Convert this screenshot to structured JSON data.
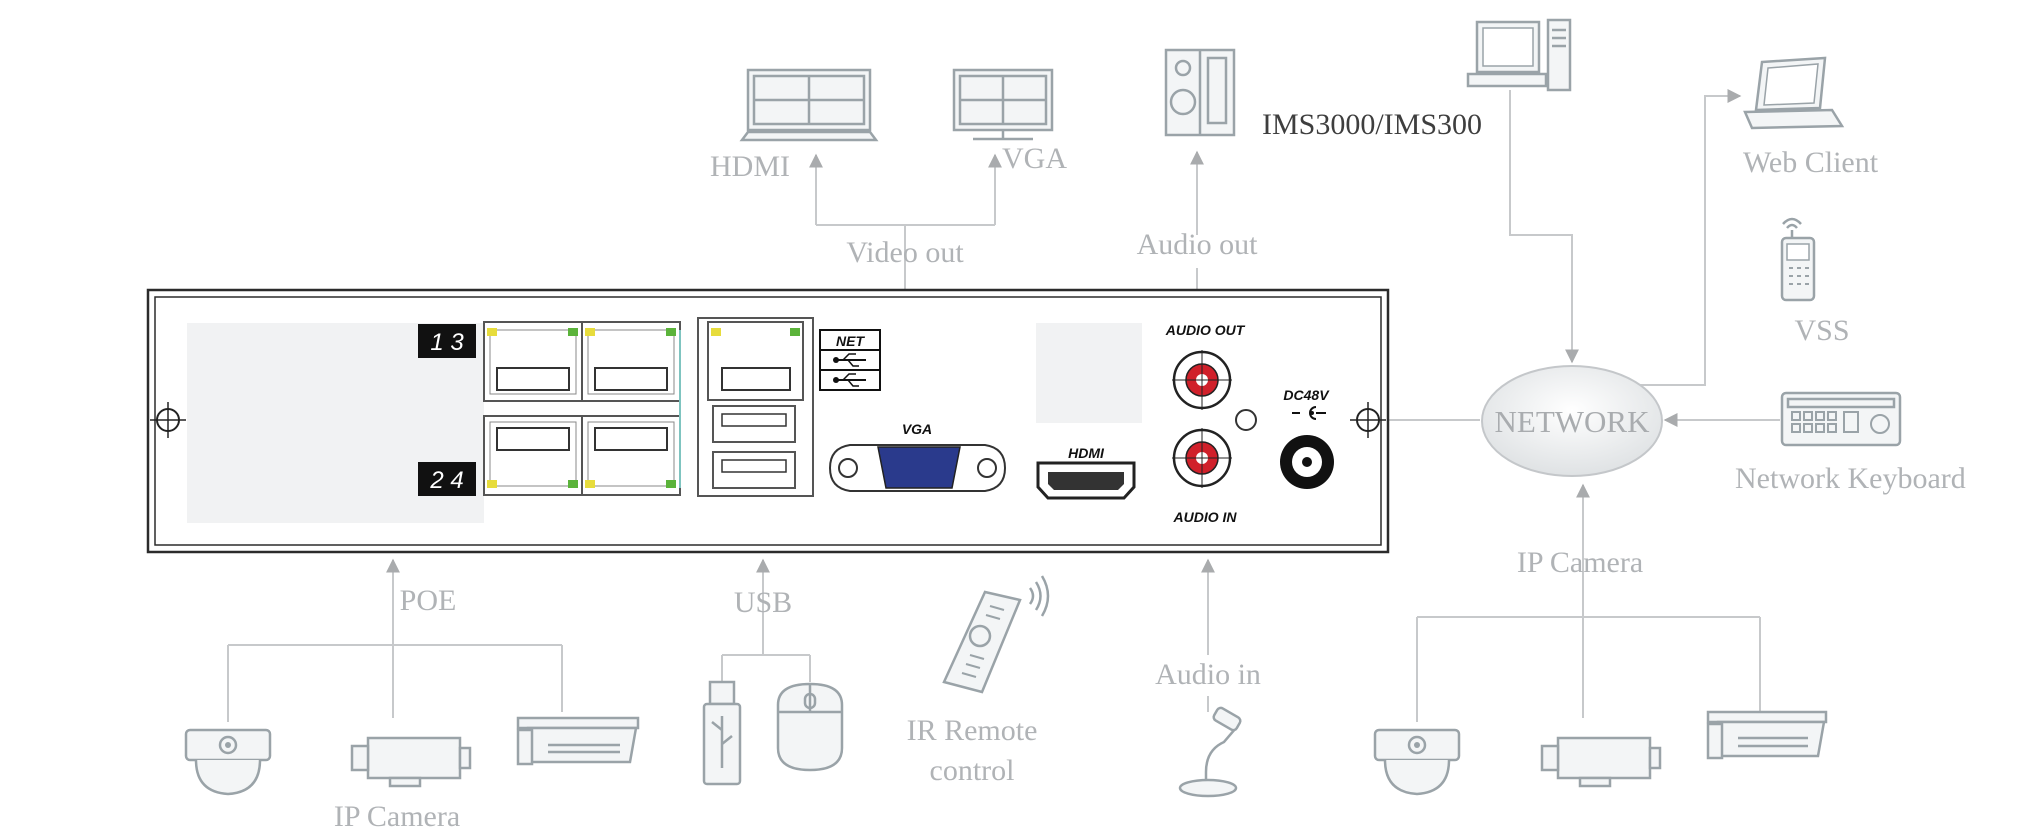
{
  "labels": {
    "hdmi": "HDMI",
    "vga": "VGA",
    "video_out": "Video out",
    "audio_out": "Audio out",
    "ims": "IMS3000/IMS300",
    "web_client": "Web Client",
    "vss": "VSS",
    "network": "NETWORK",
    "network_keyboard": "Network Keyboard",
    "ip_camera_right": "IP Camera",
    "poe": "POE",
    "usb": "USB",
    "ir_remote_line1": "IR Remote",
    "ir_remote_line2": "control",
    "audio_in": "Audio in",
    "ip_camera_left": "IP Camera"
  },
  "panel": {
    "badge_top": "1  3",
    "badge_bottom": "2  4",
    "net": "NET",
    "vga": "VGA",
    "hdmi": "HDMI",
    "audio_out": "AUDIO OUT",
    "audio_in": "AUDIO IN",
    "dc": "DC48V"
  },
  "colors": {
    "label": "#b0b3b6",
    "line": "#c7c9cb",
    "arrow": "#a9abad",
    "led_yellow": "#e7dc3c",
    "led_green": "#5bb33a",
    "vga_blue": "#2a3a8c",
    "audio_red": "#d0202a"
  }
}
